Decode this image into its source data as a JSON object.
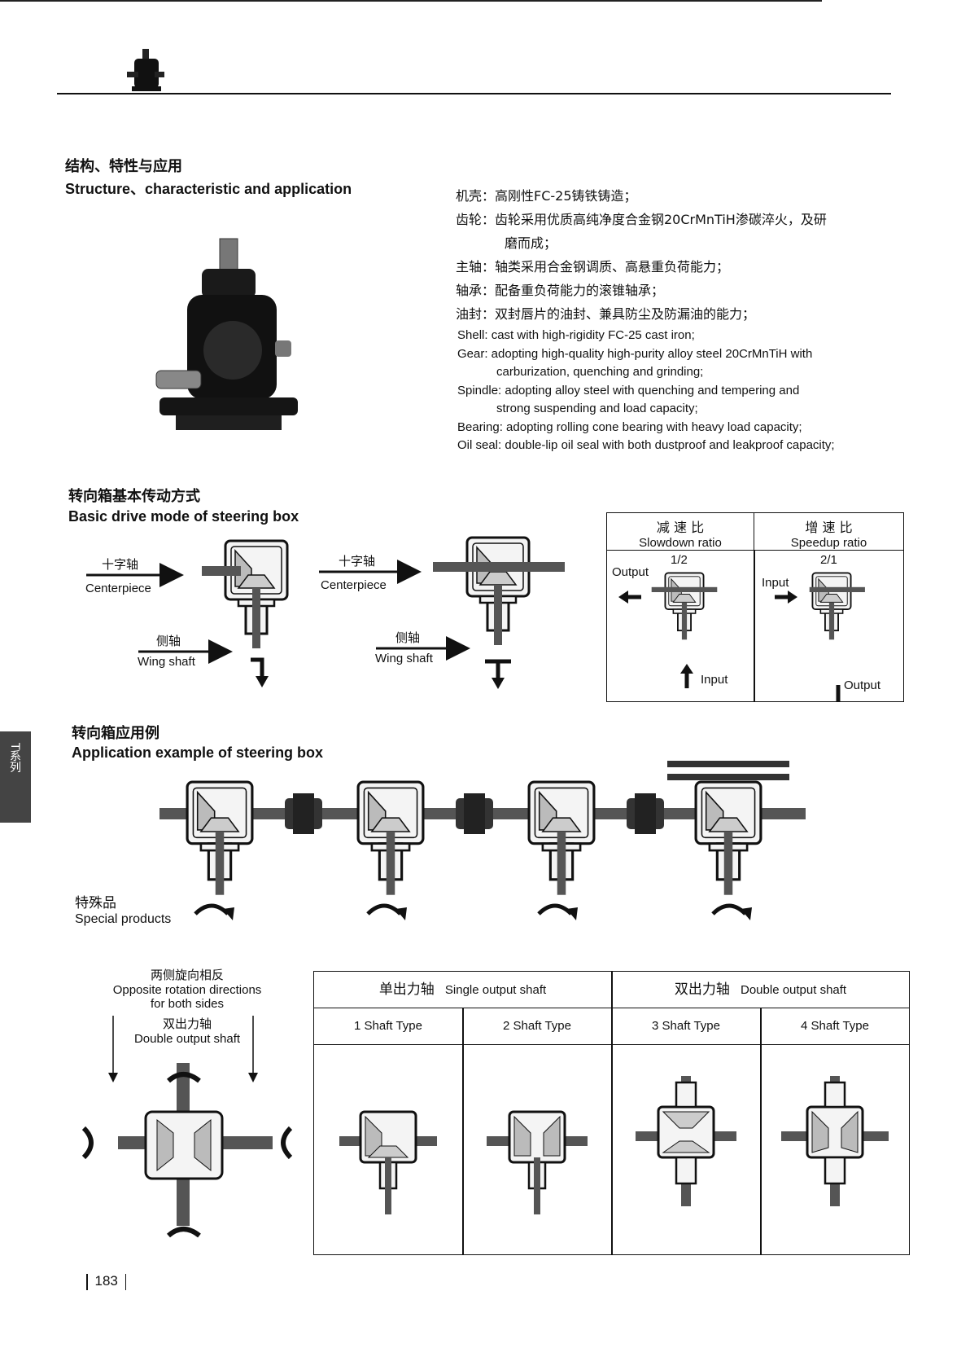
{
  "section1": {
    "title_cn": "结构、特性与应用",
    "title_en": "Structure、characteristic and application",
    "cn_specs": [
      "机壳：高刚性FC-25铸铁铸造；",
      "齿轮：齿轮采用优质高纯净度合金钢20CrMnTiH渗碳淬火，及研",
      "磨而成；",
      "主轴：轴类采用合金钢调质、高悬重负荷能力；",
      "轴承：配备重负荷能力的滚锥轴承；",
      "油封：双封唇片的油封、兼具防尘及防漏油的能力；"
    ],
    "en_specs": [
      "Shell: cast with high-rigidity FC-25 cast iron;",
      "Gear: adopting high-quality high-purity alloy steel 20CrMnTiH with",
      "carburization, quenching and grinding;",
      "Spindle: adopting alloy steel with quenching and tempering and",
      "strong suspending and load capacity;",
      "Bearing: adopting rolling cone bearing with heavy load capacity;",
      "Oil seal: double-lip oil seal with both dustproof and leakproof capacity;"
    ]
  },
  "section2": {
    "title_cn": "转向箱基本传动方式",
    "title_en": "Basic drive mode of steering box",
    "centerpiece_cn": "十字轴",
    "centerpiece_en": "Centerpiece",
    "wing_cn": "侧轴",
    "wing_en": "Wing shaft",
    "ratio_table": {
      "slowdown_cn": "减 速 比",
      "slowdown_en": "Slowdown ratio",
      "slowdown_value": "1/2",
      "speedup_cn": "增 速 比",
      "speedup_en": "Speedup ratio",
      "speedup_value": "2/1",
      "output": "Output",
      "input": "Input"
    }
  },
  "section3": {
    "title_cn": "转向箱应用例",
    "title_en": "Application example of steering box",
    "special_cn": "特殊品",
    "special_en": "Special products"
  },
  "section4": {
    "opposite_cn": "两侧旋向相反",
    "opposite_en_1": "Opposite rotation directions",
    "opposite_en_2": "for both sides",
    "double_cn": "双出力轴",
    "double_en": "Double output shaft",
    "table": {
      "single_cn": "单出力轴",
      "single_en": "Single output shaft",
      "double_cn": "双出力轴",
      "double_en": "Double output shaft",
      "types": [
        "1  Shaft Type",
        "2  Shaft Type",
        "3  Shaft Type",
        "4  Shaft Type"
      ]
    }
  },
  "side_tab": "T系列",
  "page_number": "183"
}
